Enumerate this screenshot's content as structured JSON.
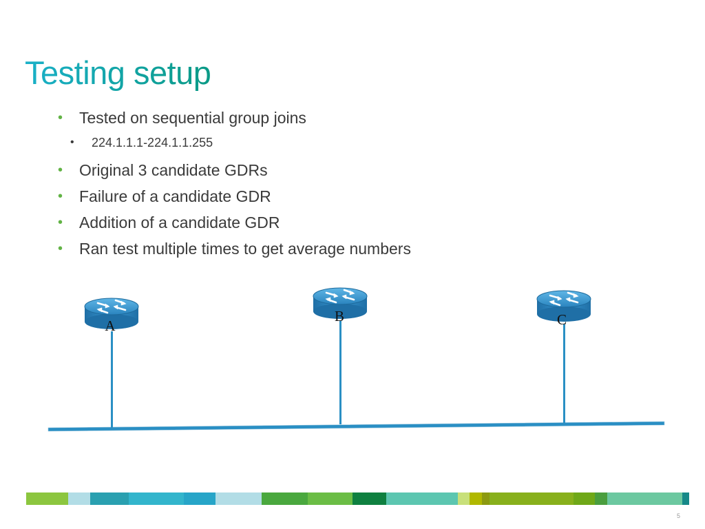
{
  "slide": {
    "title": "Testing setup",
    "page_number": "5"
  },
  "bullets": [
    {
      "text": "Tested on sequential group joins",
      "level": 1
    },
    {
      "text": "224.1.1.1-224.1.1.255",
      "level": 2
    },
    {
      "text": "Original 3 candidate GDRs",
      "level": 1
    },
    {
      "text": "Failure of a candidate GDR",
      "level": 1
    },
    {
      "text": "Addition of a candidate GDR",
      "level": 1
    },
    {
      "text": "Ran test multiple times to get average numbers",
      "level": 1
    }
  ],
  "diagram": {
    "routers": [
      {
        "label": "A",
        "icon": "router-icon"
      },
      {
        "label": "B",
        "icon": "router-icon"
      },
      {
        "label": "C",
        "icon": "router-icon"
      }
    ]
  },
  "colors": {
    "title_start": "#1ab0c8",
    "title_end": "#0b9a86",
    "bullet_dot": "#62b345",
    "link_line": "#2a8fc4",
    "router_body": "#2a8fc4"
  },
  "footer_stripe_colors": [
    "#8cc63f",
    "#b2dde6",
    "#2aa0b0",
    "#33b5cc",
    "#27a5c8",
    "#b2dde6",
    "#4aa83e",
    "#6bbd45",
    "#0f8040",
    "#5cc6b0",
    "#c8e07a",
    "#b0b800",
    "#8c9a10",
    "#88b01c",
    "#6fa818",
    "#4a9e3e",
    "#6cc8a0",
    "#168888"
  ]
}
